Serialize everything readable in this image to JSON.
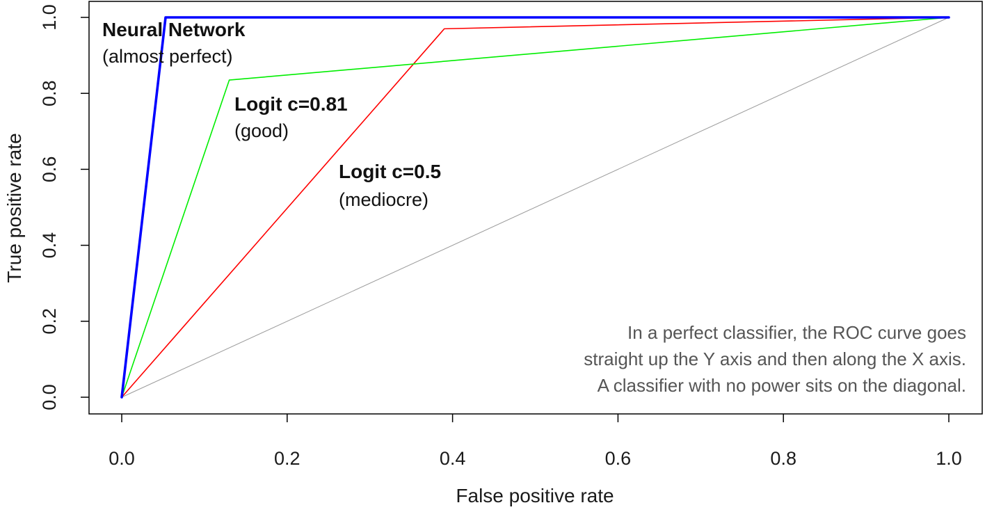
{
  "chart_data": {
    "type": "line",
    "title": "",
    "xlabel": "False positive rate",
    "ylabel": "True positive rate",
    "xlim": [
      0,
      1
    ],
    "ylim": [
      0,
      1
    ],
    "xticks": [
      "0.0",
      "0.2",
      "0.4",
      "0.6",
      "0.8",
      "1.0"
    ],
    "yticks": [
      "0.0",
      "0.2",
      "0.4",
      "0.6",
      "0.8",
      "1.0"
    ],
    "grid": false,
    "legend": "none",
    "series": [
      {
        "color": "#ff0000",
        "width": 1.6,
        "points": [
          [
            0,
            0
          ],
          [
            0.39,
            0.97
          ],
          [
            1,
            1
          ]
        ]
      },
      {
        "color": "#00ee00",
        "width": 1.6,
        "points": [
          [
            0,
            0
          ],
          [
            0.13,
            0.835
          ],
          [
            1,
            1
          ]
        ]
      },
      {
        "color": "#0000ff",
        "width": 3.6,
        "points": [
          [
            0,
            0
          ],
          [
            0.053,
            1.0
          ],
          [
            1,
            1
          ]
        ]
      }
    ],
    "diagonal": {
      "color": "#9a9a9a",
      "points": [
        [
          0,
          0
        ],
        [
          1,
          1
        ]
      ]
    },
    "annotations": [
      {
        "name": "neural-network",
        "label": "Neural Network",
        "sublabel": "(almost perfect)"
      },
      {
        "name": "logit-081",
        "label": "Logit c=0.81",
        "sublabel": "(good)"
      },
      {
        "name": "logit-05",
        "label": "Logit c=0.5",
        "sublabel": "(mediocre)"
      }
    ],
    "note": [
      "In a perfect classifier, the ROC curve goes",
      "straight up the Y axis and then along the X axis.",
      "A classifier with no power sits on the diagonal."
    ]
  }
}
